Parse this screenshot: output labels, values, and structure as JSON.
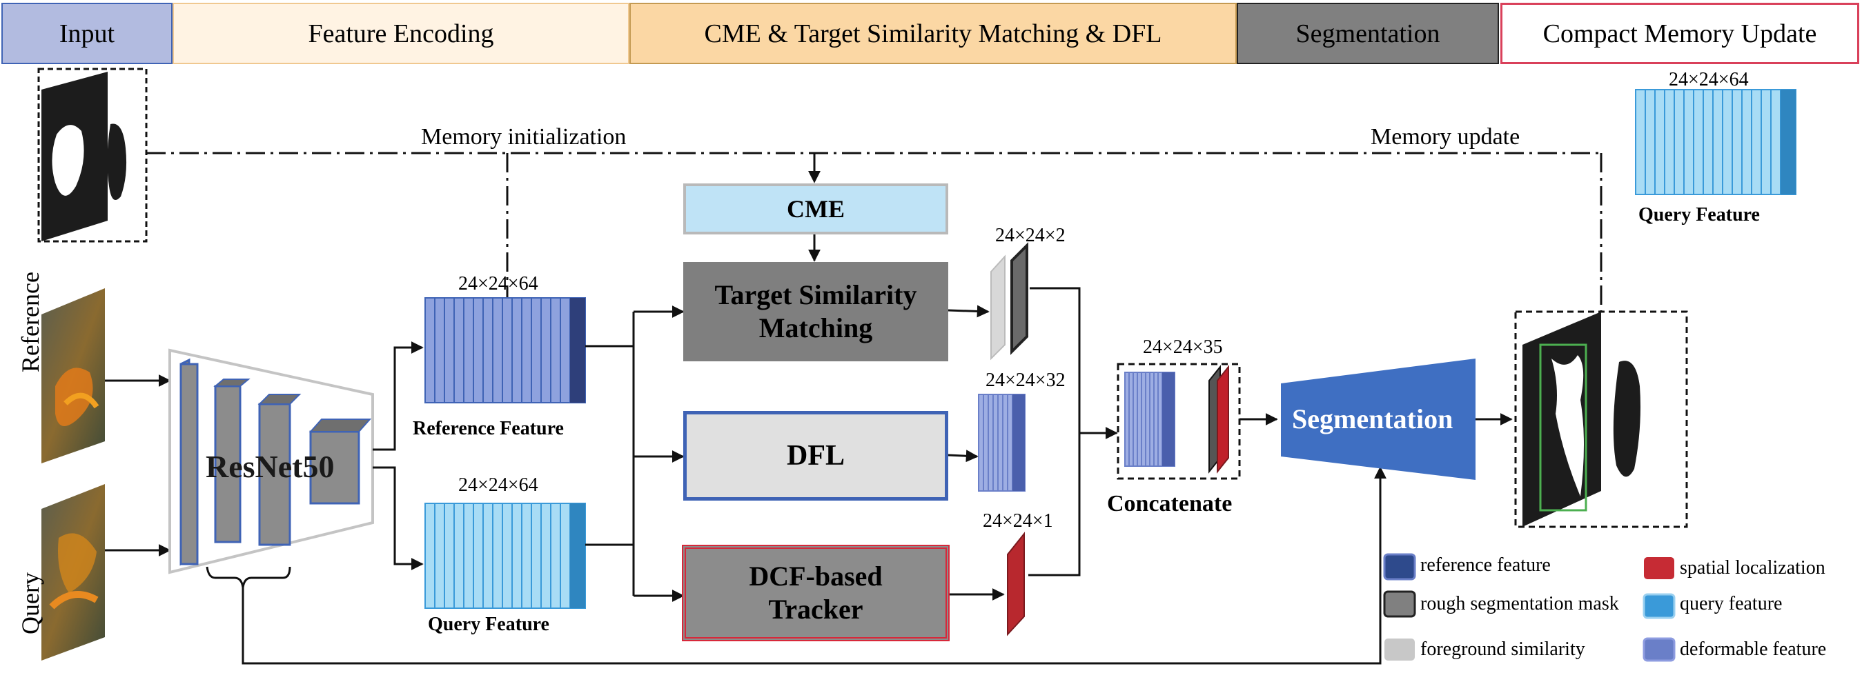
{
  "stages": [
    {
      "label": "Input"
    },
    {
      "label": "Feature Encoding"
    },
    {
      "label": "CME & Target Similarity Matching & DFL"
    },
    {
      "label": "Segmentation"
    },
    {
      "label": "Compact Memory Update"
    }
  ],
  "side_labels": {
    "reference": "Reference",
    "query": "Query"
  },
  "annotations": {
    "memory_init": "Memory initialization",
    "memory_update": "Memory update"
  },
  "backbone": {
    "label": "ResNet50"
  },
  "features": {
    "reference": {
      "dims": "24×24×64",
      "caption": "Reference Feature"
    },
    "query": {
      "dims": "24×24×64",
      "caption": "Query Feature"
    },
    "memory": {
      "dims": "24×24×64",
      "caption": "Query Feature"
    },
    "similarity": {
      "dims": "24×24×2"
    },
    "deformable": {
      "dims": "24×24×32"
    },
    "localization": {
      "dims": "24×24×1"
    },
    "concat": {
      "dims": "24×24×35",
      "caption": "Concatenate"
    }
  },
  "modules": {
    "cme": "CME",
    "tsm": "Target Similarity Matching",
    "dfl": "DFL",
    "tracker": "DCF-based Tracker",
    "segmentation": "Segmentation"
  },
  "legend": [
    {
      "label": "reference feature",
      "color": "#2e4a8c"
    },
    {
      "label": "spatial localization",
      "color": "#c62b34"
    },
    {
      "label": "rough segmentation mask",
      "color": "#808080"
    },
    {
      "label": "query feature",
      "color": "#3a9ad9"
    },
    {
      "label": "foreground similarity",
      "color": "#c8c8c8"
    },
    {
      "label": "deformable feature",
      "color": "#6a7fc8"
    }
  ]
}
